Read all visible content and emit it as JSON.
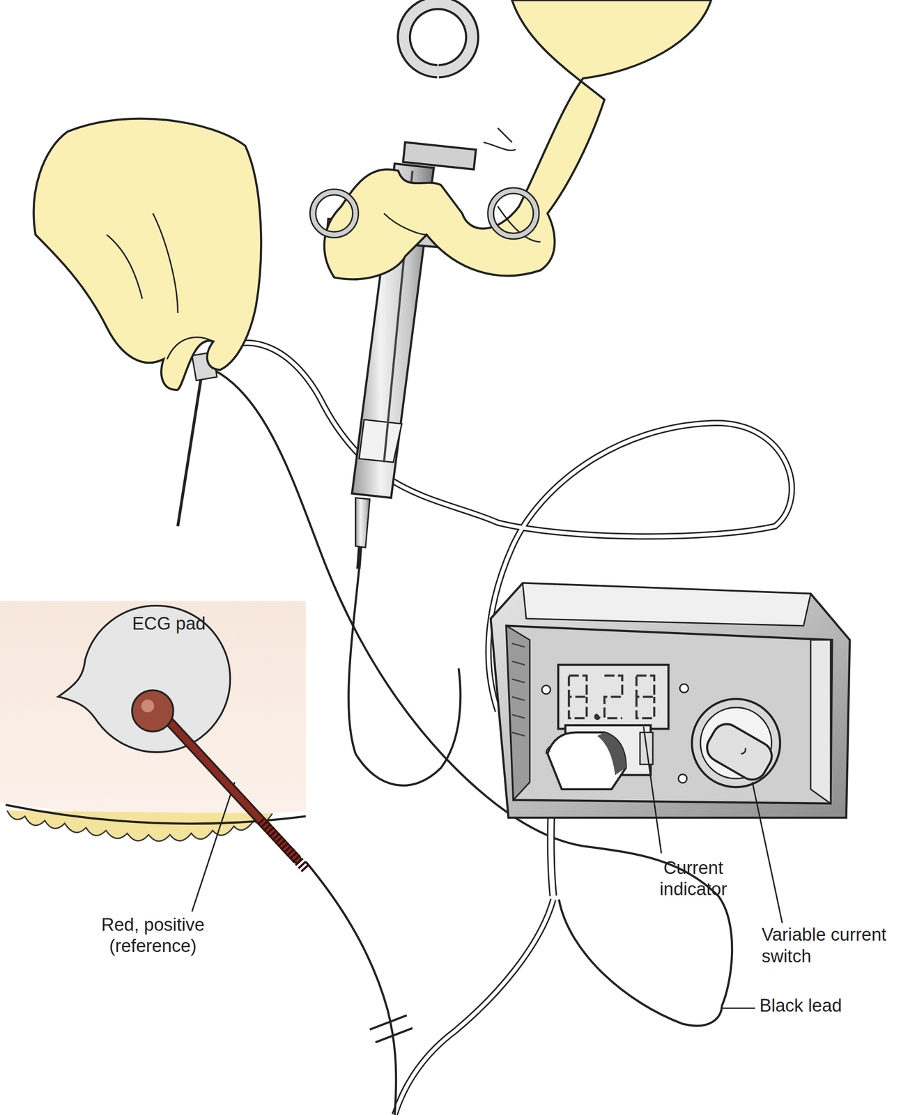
{
  "diagram": {
    "nodes": [
      {
        "text": [
          "ECG pad"
        ]
      }
    ],
    "labels": [
      "Red, positive (reference)",
      "Current indicator",
      "Variable current switch",
      "Black lead"
    ]
  }
}
